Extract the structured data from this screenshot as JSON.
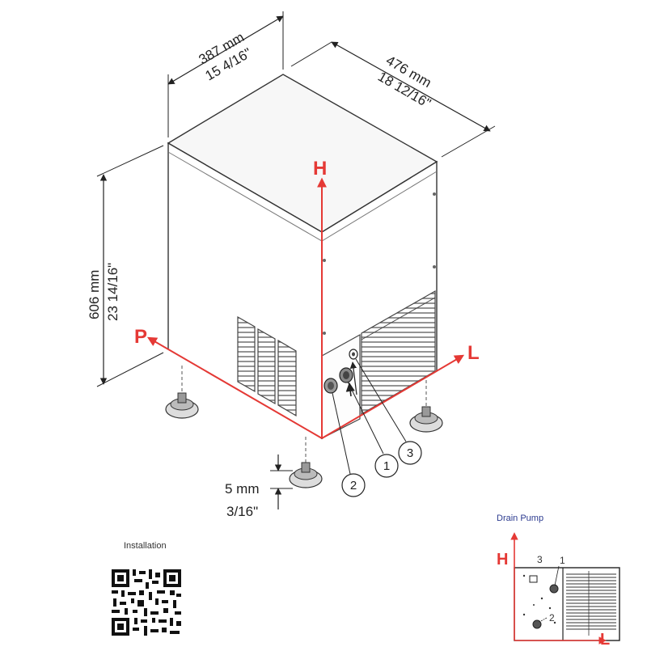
{
  "dimensions": {
    "width_mm": "387 mm",
    "width_in": "15 4/16\"",
    "depth_mm": "476 mm",
    "depth_in": "18 12/16\"",
    "height_mm": "606 mm",
    "height_in": "23 14/16\"",
    "foot_mm": "5 mm",
    "foot_in": "3/16\""
  },
  "axes": {
    "h": "H",
    "p": "P",
    "l": "L",
    "accent_color": "#e53935"
  },
  "callouts": [
    "1",
    "2",
    "3"
  ],
  "installation": {
    "label": "Installation"
  },
  "inset": {
    "title": "Drain Pump",
    "h": "H",
    "l": "L",
    "callouts": [
      "3",
      "1",
      "2"
    ],
    "title_color": "#2b3a8f"
  }
}
